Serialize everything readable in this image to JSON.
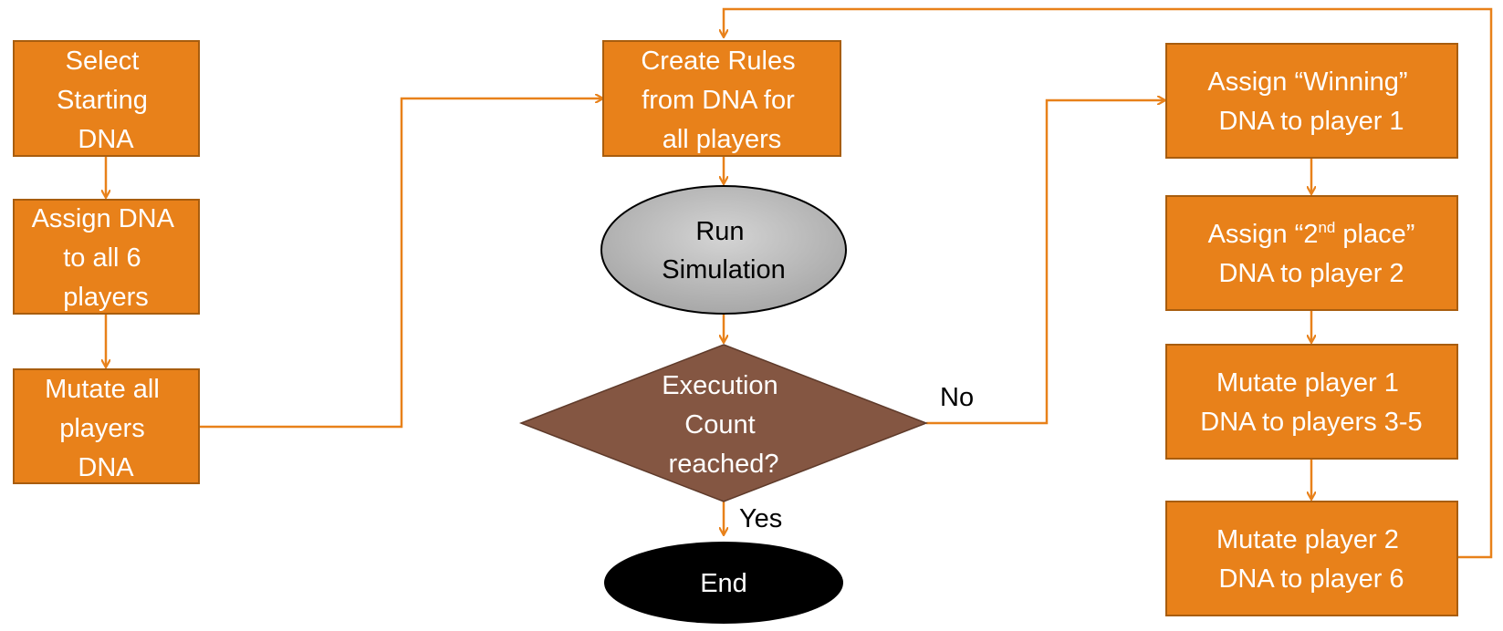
{
  "colors": {
    "process": "#E8811A",
    "process_border": "#A85D0E",
    "connector": "#E8811A",
    "simulation": "#BDBDBD",
    "decision": "#845642",
    "terminal": "#000000"
  },
  "nodes": {
    "select_starting_dna": {
      "lines": [
        "Select",
        "Starting",
        "DNA"
      ]
    },
    "assign_dna_all": {
      "lines": [
        "Assign DNA",
        "to all 6",
        "players"
      ]
    },
    "mutate_all": {
      "lines": [
        "Mutate all",
        "players",
        "DNA"
      ]
    },
    "create_rules": {
      "lines": [
        "Create Rules",
        "from DNA for",
        "all players"
      ]
    },
    "run_simulation": {
      "lines": [
        "Run",
        "Simulation"
      ]
    },
    "execution_check": {
      "lines": [
        "Execution",
        "Count",
        "reached?"
      ]
    },
    "end": {
      "lines": [
        "End"
      ]
    },
    "assign_winning": {
      "line1": "Assign “Winning”",
      "line2": "DNA to player 1"
    },
    "assign_second": {
      "line1_pre": "Assign “2",
      "line1_sup": "nd",
      "line1_post": " place”",
      "line2": "DNA to player 2"
    },
    "mutate_p1": {
      "lines": [
        "Mutate player 1",
        "DNA to players 3-5"
      ]
    },
    "mutate_p2": {
      "lines": [
        "Mutate player 2",
        "DNA to player 6"
      ]
    }
  },
  "edge_labels": {
    "no": "No",
    "yes": "Yes"
  }
}
